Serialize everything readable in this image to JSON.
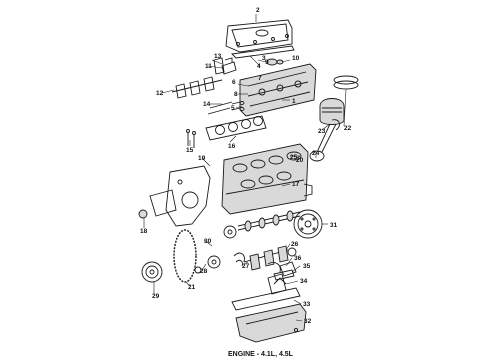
{
  "caption": "ENGINE - 4.1L, 4.5L",
  "callouts": [
    "1",
    "2",
    "3",
    "4",
    "5",
    "6",
    "7",
    "8",
    "9",
    "10",
    "11",
    "12",
    "13",
    "14",
    "15",
    "16",
    "17",
    "18",
    "19",
    "20",
    "21",
    "22",
    "23",
    "24",
    "25",
    "26",
    "27",
    "28",
    "29",
    "30",
    "31",
    "32",
    "33",
    "34",
    "35",
    "36"
  ]
}
